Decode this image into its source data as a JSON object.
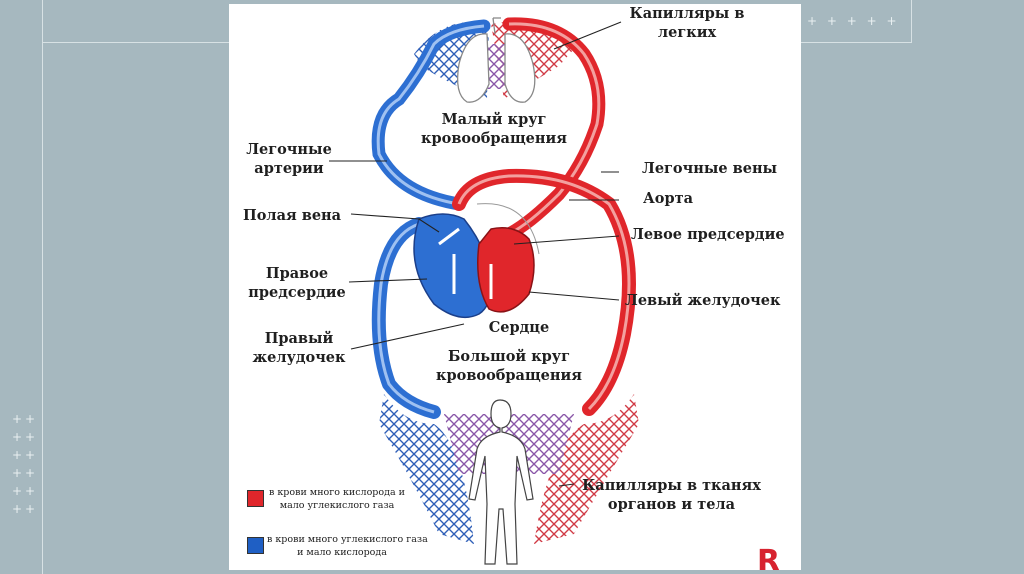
{
  "labels": {
    "lung_capillaries": [
      "Капилляры в",
      "легких"
    ],
    "small_circle": [
      "Малый круг",
      "кровообращения"
    ],
    "pulmonary_arteries": [
      "Легочные",
      "артерии"
    ],
    "pulmonary_veins": "Легочные вены",
    "aorta": "Аорта",
    "vena_cava": "Полая вена",
    "left_atrium": "Левое предсердие",
    "right_atrium": [
      "Правое",
      "предсердие"
    ],
    "left_ventricle": "Левый желудочек",
    "heart": "Сердце",
    "right_ventricle": [
      "Правый",
      "желудочек"
    ],
    "big_circle": [
      "Большой круг",
      "кровообращения"
    ],
    "tissue_capillaries": [
      "Капилляры в тканях",
      "органов и тела"
    ]
  },
  "legend": [
    {
      "color": "#e0262b",
      "text": [
        "в крови много кислорода и",
        "мало углекислого газа"
      ]
    },
    {
      "color": "#1f5fc4",
      "text": [
        "в крови много углекислого газа",
        "и мало кислорода"
      ]
    }
  ],
  "corner_mark": "R",
  "colors": {
    "arterial": "#e0262b",
    "venous": "#2d6fd2",
    "background": "#a6b8bf"
  }
}
